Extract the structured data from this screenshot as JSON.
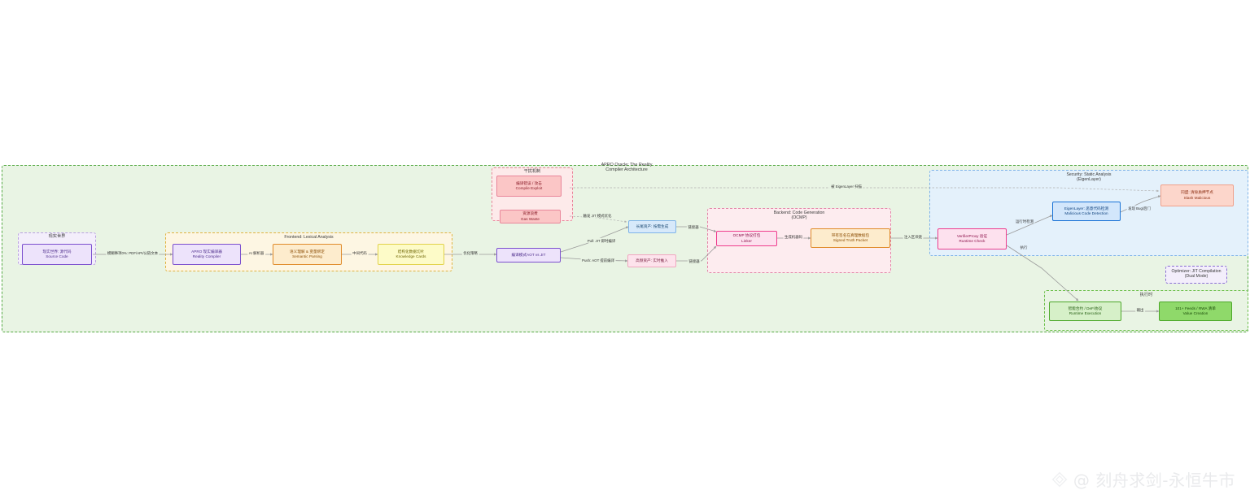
{
  "diagram": {
    "title": "APRO Oracle: The Reality\nCompiler Architecture",
    "canvas_bg": "#ffffff",
    "outer_bg": "#e9f4e4",
    "outer_border": "#55aa44"
  },
  "groups": {
    "reality_world": {
      "label": "现实世界",
      "border": "#b9a2e0",
      "bg": "#f3eefb"
    },
    "frontend": {
      "label": "Frontend: Lexical Analysis",
      "border": "#e0b341",
      "bg": "#fdf6e3"
    },
    "interference": {
      "label": "干扰机制",
      "border": "#e9869a",
      "bg": "#fdeaea"
    },
    "backend": {
      "label": "Backend: Code Generation\n(OCMP)",
      "border": "#e287a8",
      "bg": "#fdecef"
    },
    "security": {
      "label": "Security: Static Analysis\n(EigenLayer)",
      "border": "#7fb4e8",
      "bg": "#e4f1fb"
    },
    "optimizer": {
      "label": "Optimizer: JIT Compilation\n(Dual Mode)",
      "border": "#8a6fd4",
      "bg": "#f3eefb"
    },
    "runtime": {
      "label": "执行时",
      "border": "#6cbf4a",
      "bg": "#e9f4e4"
    }
  },
  "nodes": [
    {
      "id": "source_code",
      "label": "现实世界: 源代码\nSource Code",
      "border": "#7b4fce",
      "bg": "#ede3fb",
      "color": "#4b2a8a"
    },
    {
      "id": "compiler",
      "label": "APRO 现实编译器\nReality Compiler",
      "border": "#7b4fce",
      "bg": "#ede3fb",
      "color": "#4b2a8a"
    },
    {
      "id": "semantic",
      "label": "语义理解 & 变量绑定\nSemantic Parsing",
      "border": "#e08b2a",
      "bg": "#fdeccd",
      "color": "#8a4b00"
    },
    {
      "id": "knowledge",
      "label": "结构化数据切片\nKnowledge Cards",
      "border": "#e2d24a",
      "bg": "#fdfbc8",
      "color": "#6d6400"
    },
    {
      "id": "compile_mode",
      "label": "编译模式AOT vs JIT",
      "border": "#7b4fce",
      "bg": "#ede3fb",
      "color": "#4b2a8a"
    },
    {
      "id": "long_tail",
      "label": "长尾资产: 按需生成",
      "border": "#7fb4e8",
      "bg": "#d7e9fa",
      "color": "#16456f"
    },
    {
      "id": "high_freq",
      "label": "高频资产: 实时推入",
      "border": "#f0a8c0",
      "bg": "#fde3ec",
      "color": "#7a2042"
    },
    {
      "id": "ocmp_linker",
      "label": "OCMP 协议打包\nLinker",
      "border": "#ef3d8e",
      "bg": "#fde1ee",
      "color": "#8a0c46"
    },
    {
      "id": "truth_packet",
      "label": "带有签名在真理数据包\nSigned Truth Packet",
      "border": "#e08b2a",
      "bg": "#fdeccd",
      "color": "#8a4b00"
    },
    {
      "id": "verifier",
      "label": "VerifierProxy 验证\nRuntime Check",
      "border": "#ef3d8e",
      "bg": "#fde1ee",
      "color": "#8a0c46"
    },
    {
      "id": "eigen_detect",
      "label": "EigenLayer: 恶意代码检测\nMalicious Code Detection",
      "border": "#1a73d6",
      "bg": "#d2e6fb",
      "color": "#0b3f7c"
    },
    {
      "id": "slash",
      "label": "同盟: 清除质押节点\nSlash Malicious",
      "border": "#f0a08a",
      "bg": "#fcd6cb",
      "color": "#8a2d10"
    },
    {
      "id": "exploit",
      "label": "编译错误 / 攻击\nCompile Exploit",
      "border": "#e9869a",
      "bg": "#fbc6c6",
      "color": "#8a1c28"
    },
    {
      "id": "gas_waste",
      "label": "资源浪费\nGas Waste",
      "border": "#e9869a",
      "bg": "#fbc6c6",
      "color": "#8a1c28"
    },
    {
      "id": "runtime_exec",
      "label": "智能合约 / DeFi协议\nRuntime Execution",
      "border": "#4ca82a",
      "bg": "#d6f0c8",
      "color": "#1f5a0c"
    },
    {
      "id": "value_creation",
      "label": "101+ Feeds / RWA 清单\nValue Creation",
      "border": "#4ca82a",
      "bg": "#8fd96a",
      "color": "#184a08"
    }
  ],
  "edges": [
    {
      "id": "e1",
      "label": "模糊事项0%: PDF/API/公链文本"
    },
    {
      "id": "e2",
      "label": "AI 解析器"
    },
    {
      "id": "e3",
      "label": "中间代码"
    },
    {
      "id": "e4",
      "label": "优化策略"
    },
    {
      "id": "e5",
      "label": "Pull: JIT 即时编译"
    },
    {
      "id": "e6",
      "label": "Push: AOT 提前编译"
    },
    {
      "id": "e7",
      "label": "链接器"
    },
    {
      "id": "e8",
      "label": "链接器"
    },
    {
      "id": "e9",
      "label": "生成机器码"
    },
    {
      "id": "e10",
      "label": "注入区块链"
    },
    {
      "id": "e11",
      "label": "被 EigenLayer 扫描"
    },
    {
      "id": "e12",
      "label": "运行时检测"
    },
    {
      "id": "e13",
      "label": "发现 Bug/后门"
    },
    {
      "id": "e14",
      "label": "执行"
    },
    {
      "id": "e15",
      "label": "触发 JIT 模式优化"
    },
    {
      "id": "e16",
      "label": "输出"
    }
  ],
  "watermark": {
    "text": "@ 刻舟求剑-永恒牛市"
  }
}
